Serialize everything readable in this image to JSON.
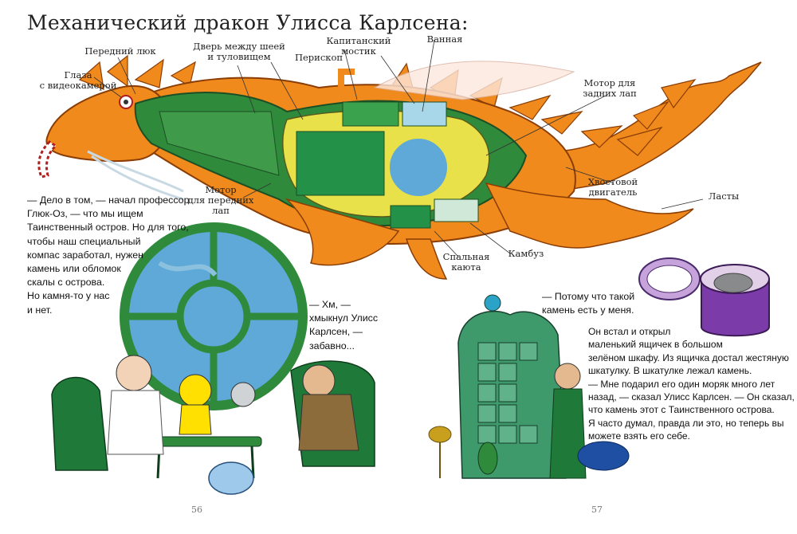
{
  "heading": "Механический дракон Улисса Карлсена:",
  "labels": {
    "eyes": "Глаза\nс видеокамерой",
    "front_hatch": "Передний люк",
    "door": "Дверь между шеей\nи туловищем",
    "periscope": "Перископ",
    "bridge": "Капитанский\nмостик",
    "bathroom": "Ванная",
    "rear_motor": "Мотор для\nзадних лап",
    "tail_engine": "Хвостовой\nдвигатель",
    "fins": "Ласты",
    "front_motor": "Мотор\nдля передних\nлап",
    "galley": "Камбуз",
    "cabin": "Спальная\nкаюта"
  },
  "text": {
    "left_story": "— Дело в том, — начал профессор\nГлюк-Оз, — что мы ищем\nТаинственный остров. Но для того,\nчтобы наш специальный\nкомпас заработал, нужен\nкамень или обломок\nскалы с острова.\nНо камня-то у нас\nи нет.",
    "middle_story": "— Хм, —\nхмыкнул Улисс\nКарлсен, —\nзабавно...",
    "right_quote": "— Потому что такой\nкамень есть у меня.",
    "right_story": "Он встал и открыл\nмаленький ящичек в большом\nзелёном шкафу. Из ящичка достал жестяную\nшкатулку. В шкатулке лежал камень.\n— Мне подарил его один моряк много лет\nназад, — сказал Улисс Карлсен. — Он сказал,\nчто камень этот с Таинственного острова.\nЯ часто думал, правда ли это, но теперь вы\nможете взять его себе."
  },
  "page_numbers": {
    "left": "56",
    "right": "57"
  },
  "colors": {
    "dragon_orange": "#f08a1c",
    "dragon_dark": "#c9620b",
    "hull_green": "#2f8a3c",
    "interior_yellow": "#e9e14a",
    "porthole_blue": "#5fa9d8",
    "chair_green": "#1f7a3a"
  }
}
